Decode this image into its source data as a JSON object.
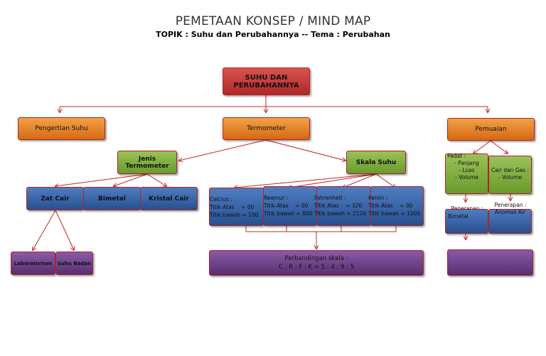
{
  "title": "PEMETAAN KONSEP / MIND MAP",
  "subtitle": "TOPIK :  Suhu dan Perubahannya  -- Tema :  Perubahan",
  "root": "SUHU DAN PERUBAHANNYA",
  "level1": {
    "left": "Pengertian Suhu",
    "center": "Termometer",
    "right": "Pemuaian"
  },
  "termometer": {
    "jenis": "Jenis Termometer",
    "skala": "Skala Suhu"
  },
  "jenis_items": [
    "Zat Cair",
    "Bimetal",
    "Kristal Cair"
  ],
  "zat_cair_items": [
    "Laboratorium",
    "Suhu Badan"
  ],
  "skala_items": [
    {
      "name": "Celcius :",
      "atas": "Titik Atas    = 00",
      "bawah": "Titik bawah = 100"
    },
    {
      "name": "Reamur :",
      "atas": "Titik Atas    = 00",
      "bawah": "Titik bawah = 800"
    },
    {
      "name": "Fahrenheit :",
      "atas": "Titik Atas    = 320",
      "bawah": "Titik bawah = 2120"
    },
    {
      "name": "Kelvin :",
      "atas": "Titik Atas    = 00",
      "bawah": "Titik bawah = 1000"
    }
  ],
  "perbandingan": {
    "line1": "Perbandingan skala :",
    "line2": "C : R : F : K = 5 : 4 : 9 : 5"
  },
  "pemuaian": {
    "padat_title": "Padat :",
    "padat_items": [
      "- Panjang",
      "- Luas",
      "- Volume"
    ],
    "cair_gas_title": "Cair dan Gas :",
    "cair_gas_item": "- Volume",
    "penerapan_left_label": "Penerapan :",
    "penerapan_left_value": "Bimetal",
    "penerapan_right_label": "Penerapan :",
    "penerapan_right_value": "Anomali Air"
  }
}
